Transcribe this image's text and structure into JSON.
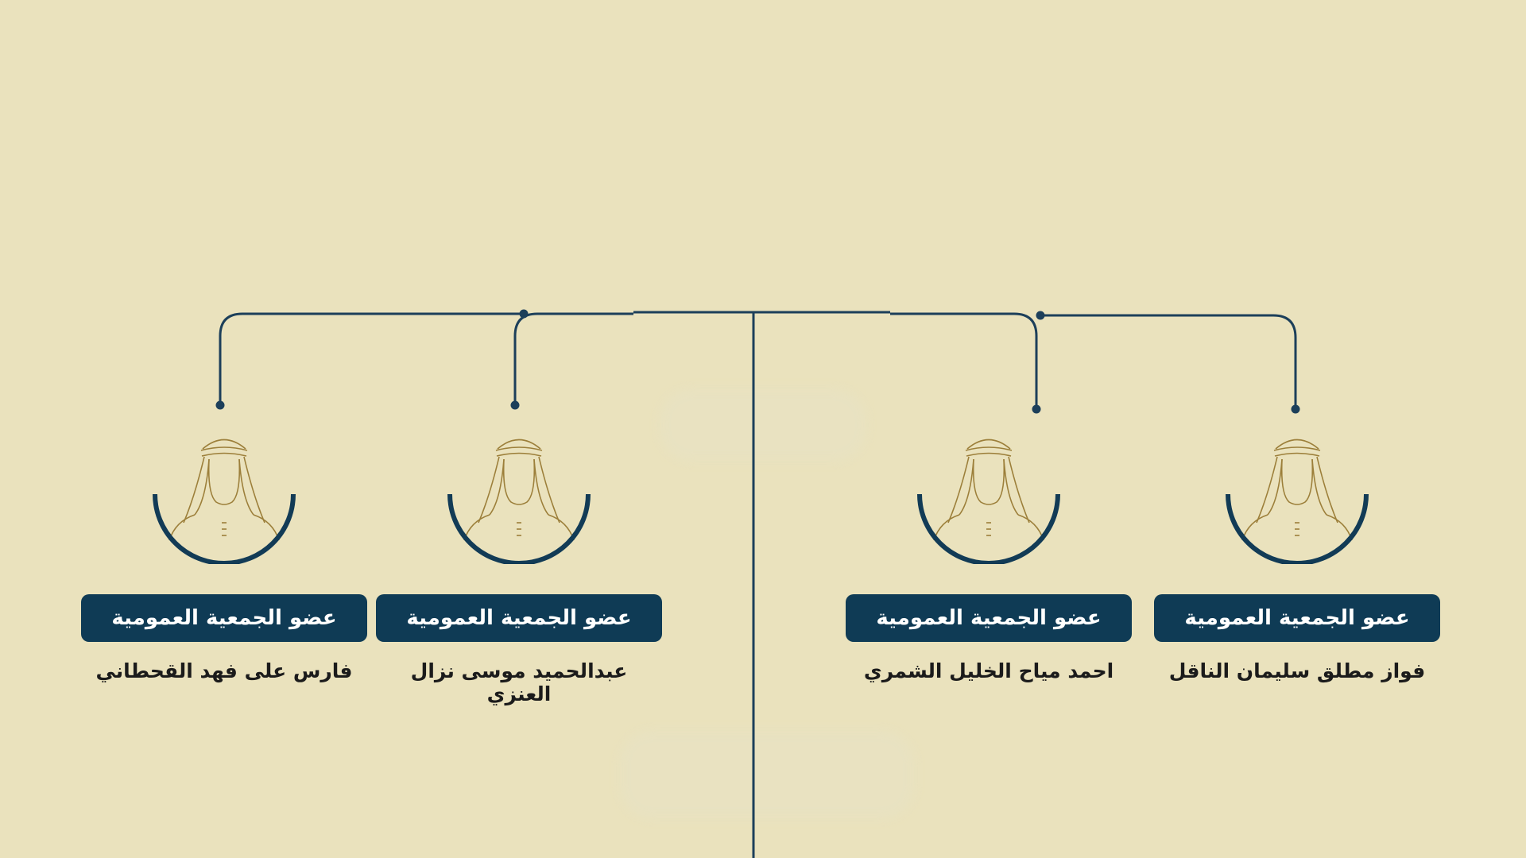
{
  "colors": {
    "background": "#eae2bd",
    "line": "#1c3f5a",
    "badge": "#0f3b55",
    "avatar_stroke": "#9c7f3a",
    "avatar_arc": "#123b56"
  },
  "members": [
    {
      "id": "m1",
      "role": "عضو الجمعية العمومية",
      "name": "فارس على فهد القحطاني",
      "icon": "arab-man-avatar-icon"
    },
    {
      "id": "m2",
      "role": "عضو الجمعية العمومية",
      "name": "عبدالحميد موسى نزال العنزي",
      "icon": "arab-man-avatar-icon"
    },
    {
      "id": "m3",
      "role": "عضو الجمعية العمومية",
      "name": "احمد مياح الخليل الشمري",
      "icon": "arab-man-avatar-icon"
    },
    {
      "id": "m4",
      "role": "عضو الجمعية العمومية",
      "name": "فواز مطلق سليمان الناقل",
      "icon": "arab-man-avatar-icon"
    }
  ]
}
